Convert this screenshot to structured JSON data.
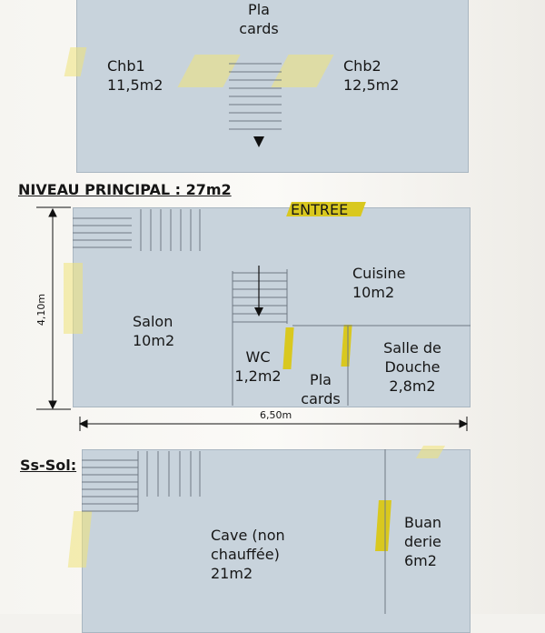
{
  "upper": {
    "plan_cards": [
      "Pla",
      "cards"
    ],
    "chb1": [
      "Chb1",
      "11,5m2"
    ],
    "chb2": [
      "Chb2",
      "12,5m2"
    ]
  },
  "main": {
    "heading": "NIVEAU PRINCIPAL : 27m2",
    "entree": "ENTREE",
    "cuisine": [
      "Cuisine",
      "10m2"
    ],
    "salon": [
      "Salon",
      "10m2"
    ],
    "wc": [
      "WC",
      "1,2m2"
    ],
    "placards": [
      "Pla",
      "cards"
    ],
    "salle_douche": [
      "Salle de",
      "Douche",
      "2,8m2"
    ],
    "dim_height": "4,10m",
    "dim_width": "6,50m"
  },
  "basement": {
    "heading": "Ss-Sol:",
    "cave": [
      "Cave (non",
      "chauffée)",
      "21m2"
    ],
    "buanderie": [
      "Buan",
      "derie",
      "6m2"
    ]
  },
  "colors": {
    "plan_fill": "#c8d3dc",
    "tape": "#f0e478",
    "tape_strong": "#d9c81f"
  }
}
